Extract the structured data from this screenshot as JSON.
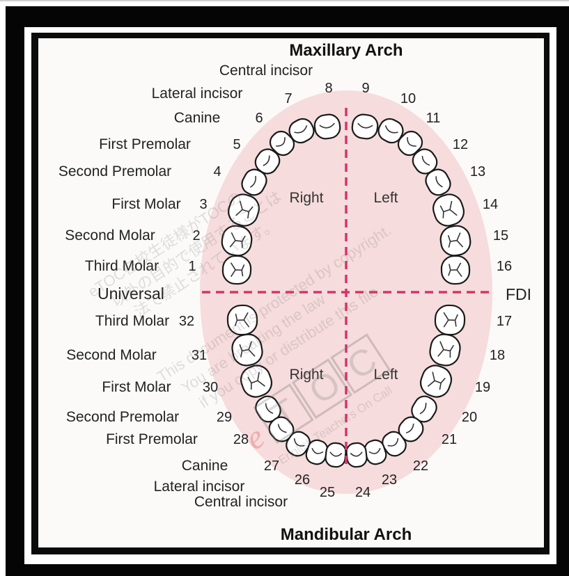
{
  "titles": {
    "top": "Maxillary Arch",
    "bottom": "Mandibular Arch"
  },
  "quadrants": {
    "upper_right": "Right",
    "upper_left": "Left",
    "lower_right": "Right",
    "lower_left": "Left"
  },
  "systems": {
    "left": "Universal",
    "right": "FDI"
  },
  "upper_labels": [
    "Central incisor",
    "Lateral incisor",
    "Canine",
    "First Premolar",
    "Second Premolar",
    "First Molar",
    "Second Molar",
    "Third Molar"
  ],
  "upper_right_numbers": [
    "8",
    "7",
    "6",
    "5",
    "4",
    "3",
    "2",
    "1"
  ],
  "upper_left_numbers": [
    "9",
    "10",
    "11",
    "12",
    "13",
    "14",
    "15",
    "16"
  ],
  "lower_labels": [
    "Third Molar",
    "Second Molar",
    "First Molar",
    "Second Premolar",
    "First Premolar",
    "Canine",
    "Lateral incisor",
    "Central incisor"
  ],
  "lower_right_numbers": [
    "32",
    "31",
    "30",
    "29",
    "28",
    "27",
    "26",
    "25"
  ],
  "lower_left_numbers": [
    "17",
    "18",
    "19",
    "20",
    "21",
    "22",
    "23",
    "24"
  ],
  "watermark": {
    "lines": [
      "eTOC在校生徒様がTOCの",
      "以外の目的で使用することは",
      "法で禁止されています。",
      "This document is protected by copyright.",
      "You are breaking the law",
      "if you copy or distribute this file."
    ],
    "logo_letters": [
      "T",
      "O",
      "C"
    ],
    "logo_e": "e",
    "logo_tagline": "English Teachers On Call"
  },
  "colors": {
    "arch_fill": "#f6dcdc",
    "divider": "#d6336c",
    "tooth_outline": "#1a1a1a"
  }
}
